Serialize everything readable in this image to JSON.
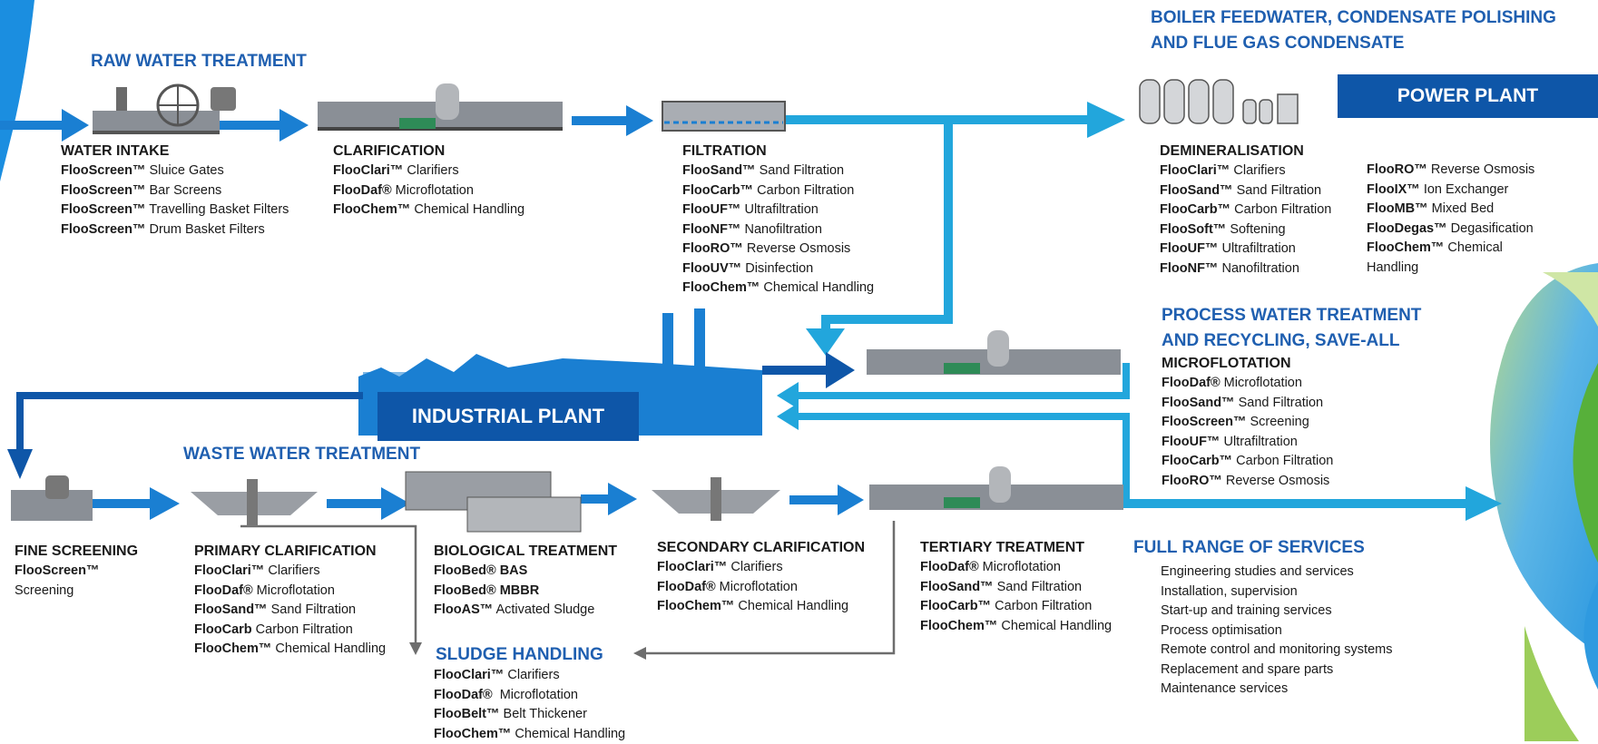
{
  "colors": {
    "accent_dark": "#0e56a8",
    "accent_mid": "#1a7fd2",
    "accent_light": "#22a6dc",
    "title_blue": "#1f5fb0",
    "grey_line": "#6d6d6d"
  },
  "sections": {
    "raw_water": "RAW WATER TREATMENT",
    "boiler_line1": "BOILER FEEDWATER, CONDENSATE POLISHING",
    "boiler_line2": "AND FLUE GAS CONDENSATE",
    "process_line1": "PROCESS WATER TREATMENT",
    "process_line2": "AND RECYCLING, SAVE-ALL",
    "waste_water": "WASTE WATER TREATMENT",
    "sludge": "SLUDGE HANDLING",
    "services": "FULL RANGE OF SERVICES"
  },
  "banners": {
    "power_plant": "POWER PLANT",
    "industrial_plant": "INDUSTRIAL PLANT"
  },
  "stages": {
    "water_intake": {
      "title": "WATER INTAKE",
      "items": [
        {
          "brand": "FlooScreen™",
          "desc": " Sluice Gates"
        },
        {
          "brand": "FlooScreen™",
          "desc": " Bar Screens"
        },
        {
          "brand": "FlooScreen™",
          "desc": " Travelling Basket Filters"
        },
        {
          "brand": "FlooScreen™",
          "desc": " Drum Basket Filters"
        }
      ]
    },
    "clarification": {
      "title": "CLARIFICATION",
      "items": [
        {
          "brand": "FlooClari™",
          "desc": " Clarifiers"
        },
        {
          "brand": "FlooDaf®",
          "desc": " Microflotation"
        },
        {
          "brand": "FlooChem™",
          "desc": " Chemical Handling"
        }
      ]
    },
    "filtration": {
      "title": "FILTRATION",
      "items": [
        {
          "brand": "FlooSand™",
          "desc": " Sand Filtration"
        },
        {
          "brand": "FlooCarb™",
          "desc": " Carbon Filtration"
        },
        {
          "brand": "FlooUF™",
          "desc": " Ultrafiltration"
        },
        {
          "brand": "FlooNF™",
          "desc": " Nanofiltration"
        },
        {
          "brand": "FlooRO™",
          "desc": " Reverse Osmosis"
        },
        {
          "brand": "FlooUV™",
          "desc": " Disinfection"
        },
        {
          "brand": "FlooChem™",
          "desc": " Chemical Handling"
        }
      ]
    },
    "demineralisation": {
      "title": "DEMINERALISATION",
      "items": [
        {
          "brand": "FlooClari™",
          "desc": " Clarifiers"
        },
        {
          "brand": "FlooSand™",
          "desc": " Sand Filtration"
        },
        {
          "brand": "FlooCarb™",
          "desc": " Carbon Filtration"
        },
        {
          "brand": "FlooSoft™",
          "desc": " Softening"
        },
        {
          "brand": "FlooUF™",
          "desc": " Ultrafiltration"
        },
        {
          "brand": "FlooNF™",
          "desc": " Nanofiltration"
        }
      ]
    },
    "demineralisation_2": {
      "items": [
        {
          "brand": "FlooRO™",
          "desc": " Reverse Osmosis"
        },
        {
          "brand": "FlooIX™",
          "desc": " Ion Exchanger"
        },
        {
          "brand": "FlooMB™",
          "desc": " Mixed Bed"
        },
        {
          "brand": "FlooDegas™",
          "desc": " Degasification"
        },
        {
          "brand": "FlooChem™",
          "desc": " Chemical"
        },
        {
          "brand": "",
          "desc": "Handling"
        }
      ]
    },
    "microflotation": {
      "title": "MICROFLOTATION",
      "items": [
        {
          "brand": "FlooDaf®",
          "desc": " Microflotation"
        },
        {
          "brand": "FlooSand™",
          "desc": " Sand Filtration"
        },
        {
          "brand": "FlooScreen™",
          "desc": " Screening"
        },
        {
          "brand": "FlooUF™",
          "desc": " Ultrafiltration"
        },
        {
          "brand": "FlooCarb™",
          "desc": " Carbon Filtration"
        },
        {
          "brand": "FlooRO™",
          "desc": " Reverse Osmosis"
        }
      ]
    },
    "fine_screening": {
      "title": "FINE SCREENING",
      "items": [
        {
          "brand": "FlooScreen™",
          "desc": ""
        },
        {
          "brand": "",
          "desc": "Screening"
        }
      ]
    },
    "primary": {
      "title": "PRIMARY CLARIFICATION",
      "items": [
        {
          "brand": "FlooClari™",
          "desc": " Clarifiers"
        },
        {
          "brand": "FlooDaf®",
          "desc": " Microflotation"
        },
        {
          "brand": "FlooSand™",
          "desc": " Sand Filtration"
        },
        {
          "brand": "FlooCarb",
          "desc": " Carbon Filtration"
        },
        {
          "brand": "FlooChem™",
          "desc": " Chemical Handling"
        }
      ]
    },
    "biological": {
      "title": "BIOLOGICAL TREATMENT",
      "items": [
        {
          "brand": "FlooBed® BAS",
          "desc": ""
        },
        {
          "brand": "FlooBed® MBBR",
          "desc": ""
        },
        {
          "brand": "FlooAS™",
          "desc": " Activated Sludge"
        }
      ]
    },
    "secondary": {
      "title": "SECONDARY CLARIFICATION",
      "items": [
        {
          "brand": "FlooClari™",
          "desc": " Clarifiers"
        },
        {
          "brand": "FlooDaf®",
          "desc": " Microflotation"
        },
        {
          "brand": "FlooChem™",
          "desc": " Chemical Handling"
        }
      ]
    },
    "tertiary": {
      "title": "TERTIARY TREATMENT",
      "items": [
        {
          "brand": "FlooDaf®",
          "desc": " Microflotation"
        },
        {
          "brand": "FlooSand™",
          "desc": " Sand Filtration"
        },
        {
          "brand": "FlooCarb™",
          "desc": " Carbon Filtration"
        },
        {
          "brand": "FlooChem™",
          "desc": " Chemical Handling"
        }
      ]
    },
    "sludge": {
      "items": [
        {
          "brand": "FlooClari™",
          "desc": " Clarifiers"
        },
        {
          "brand": "FlooDaf®",
          "desc": "  Microflotation"
        },
        {
          "brand": "FlooBelt™",
          "desc": " Belt Thickener"
        },
        {
          "brand": "FlooChem™",
          "desc": " Chemical Handling"
        }
      ]
    },
    "services": {
      "items": [
        {
          "brand": "",
          "desc": "Engineering studies and services"
        },
        {
          "brand": "",
          "desc": "Installation, supervision"
        },
        {
          "brand": "",
          "desc": "Start-up and training services"
        },
        {
          "brand": "",
          "desc": "Process optimisation"
        },
        {
          "brand": "",
          "desc": "Remote control and monitoring systems"
        },
        {
          "brand": "",
          "desc": "Replacement and spare parts"
        },
        {
          "brand": "",
          "desc": "Maintenance services"
        }
      ]
    }
  }
}
